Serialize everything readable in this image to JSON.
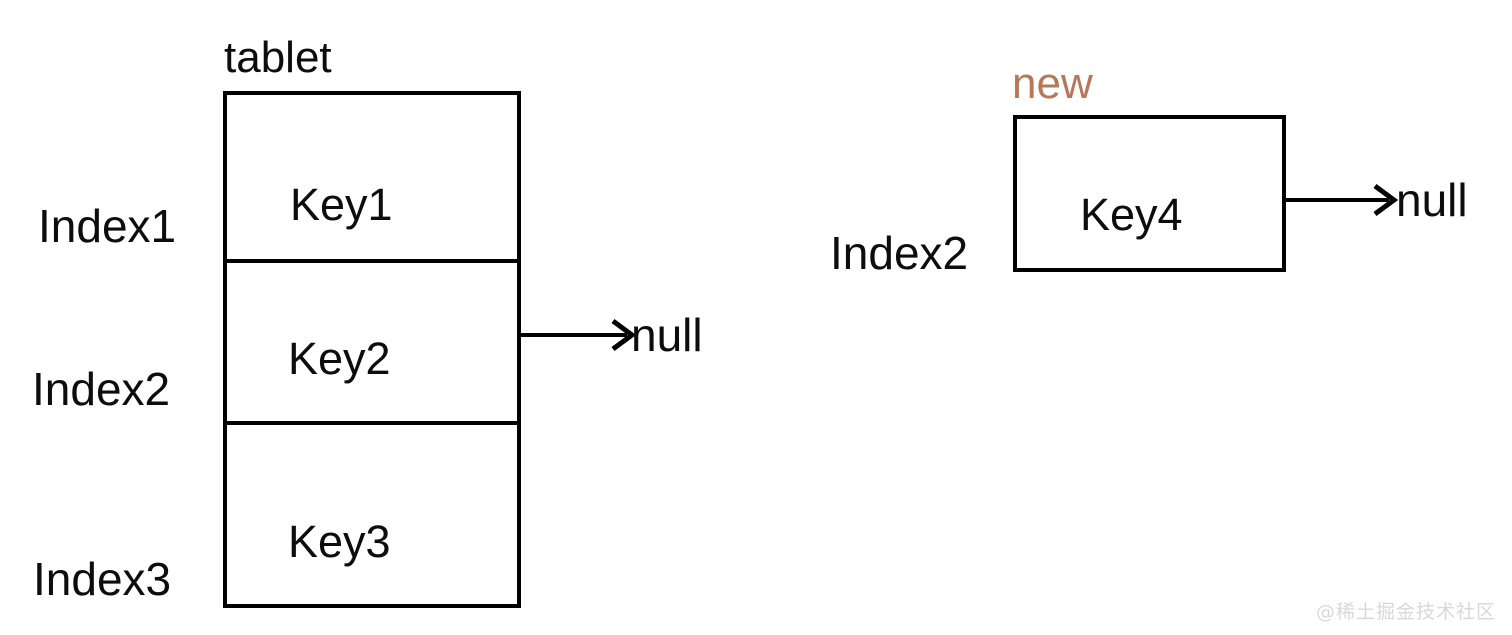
{
  "diagram": {
    "title_left": "tablet",
    "title_right": "new",
    "accent_new_color": "#b5795a",
    "stroke_color": "#000000",
    "text_color": "#0d0d0d",
    "background": "#ffffff"
  },
  "left_table": {
    "caption": "tablet",
    "rows": [
      {
        "index_label": "Index1",
        "key_label": "Key1",
        "has_null_arrow": false
      },
      {
        "index_label": "Index2",
        "key_label": "Key2",
        "has_null_arrow": true
      },
      {
        "index_label": "Index3",
        "key_label": "Key3",
        "has_null_arrow": false
      }
    ],
    "null_label": "null"
  },
  "right_node": {
    "caption": "new",
    "index_label": "Index2",
    "key_label": "Key4",
    "has_null_arrow": true,
    "null_label": "null"
  },
  "watermark": {
    "text": "@稀土掘金技术社区"
  }
}
